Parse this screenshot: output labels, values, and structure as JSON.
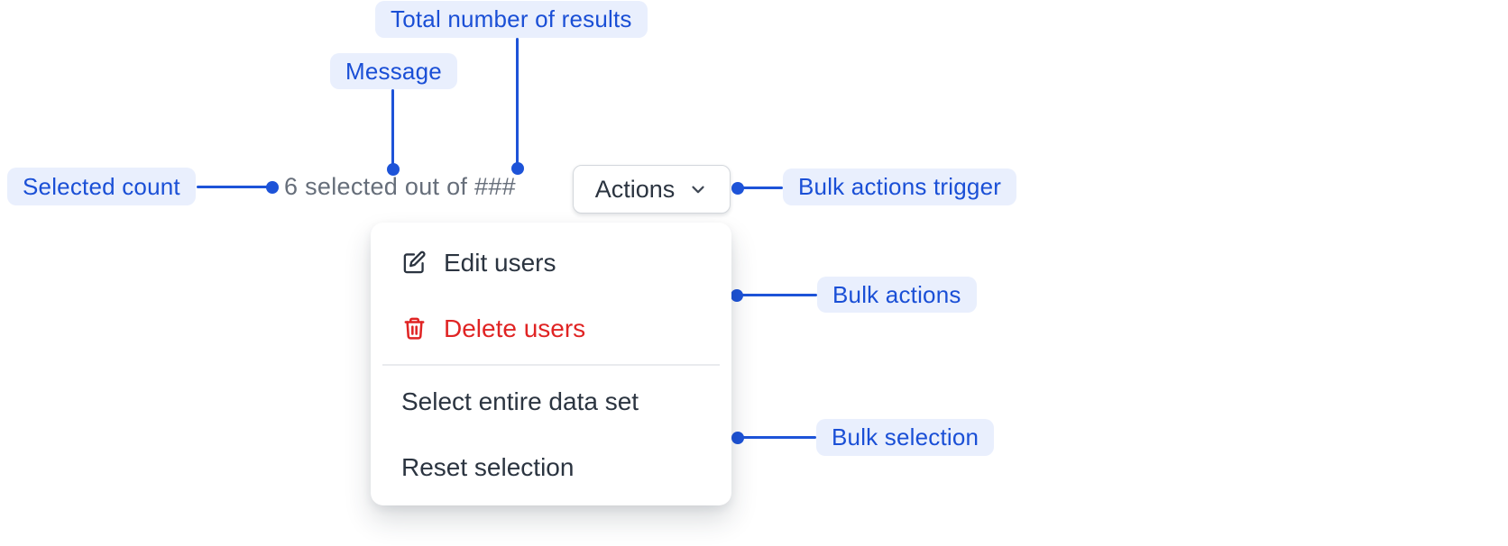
{
  "annotations": {
    "total_results": "Total number of results",
    "message": "Message",
    "selected_count": "Selected count",
    "bulk_actions_trigger": "Bulk actions trigger",
    "bulk_actions": "Bulk actions",
    "bulk_selection": "Bulk selection"
  },
  "component": {
    "selection_message": "6 selected out of ###",
    "actions_button_label": "Actions",
    "menu_items": [
      {
        "label": "Edit users",
        "icon": "edit-icon",
        "variant": "default"
      },
      {
        "label": "Delete users",
        "icon": "trash-icon",
        "variant": "danger"
      },
      {
        "label": "Select entire data set",
        "icon": "none",
        "variant": "default"
      },
      {
        "label": "Reset selection",
        "icon": "none",
        "variant": "default"
      }
    ]
  },
  "icons": {
    "actions_button": "chevron-down-icon",
    "connectors": "annotation-dot"
  },
  "colors": {
    "annotation_blue": "#1a4fd6",
    "connector_blue": "#1d53d8",
    "annotation_bg": "#e9effd",
    "danger_red": "#e02424",
    "text_dark": "#2b3440",
    "message_gray": "#666e7a"
  }
}
